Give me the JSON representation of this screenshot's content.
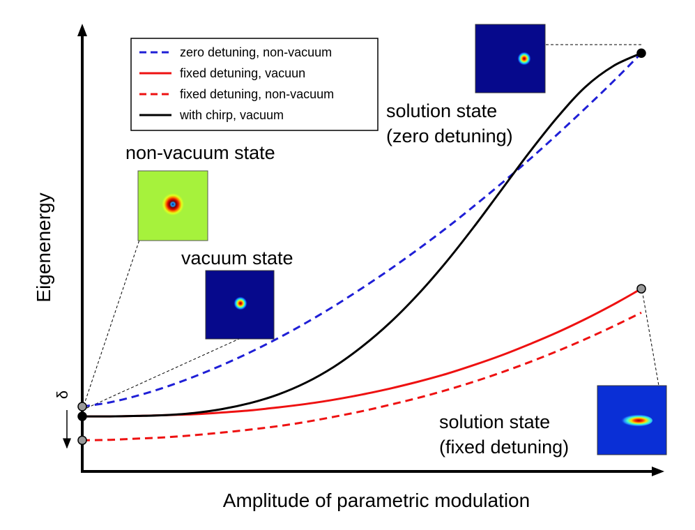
{
  "chart_data": {
    "type": "line",
    "xlabel": "Amplitude of parametric modulation",
    "ylabel": "Eigenenergy",
    "xlim": [
      0,
      1
    ],
    "ylim": [
      0,
      1
    ],
    "grid": false,
    "legend": "top-left",
    "series": [
      {
        "name": "zero detuning, non-vacuum",
        "color": "#1f1fd6",
        "dash": "dashed",
        "x": [
          0.0,
          0.05,
          0.1,
          0.15,
          0.2,
          0.25,
          0.3,
          0.35,
          0.4,
          0.45,
          0.5,
          0.55,
          0.6,
          0.65,
          0.7,
          0.75,
          0.8,
          0.85,
          0.9,
          0.95,
          1.0
        ],
        "y": [
          0.152,
          0.162,
          0.178,
          0.198,
          0.222,
          0.249,
          0.279,
          0.312,
          0.348,
          0.387,
          0.429,
          0.473,
          0.52,
          0.569,
          0.621,
          0.675,
          0.731,
          0.79,
          0.851,
          0.914,
          0.98
        ]
      },
      {
        "name": "fixed detuning, vacuun",
        "color": "#ee1111",
        "dash": "solid",
        "x": [
          0.0,
          0.05,
          0.1,
          0.15,
          0.2,
          0.25,
          0.3,
          0.35,
          0.4,
          0.45,
          0.5,
          0.55,
          0.6,
          0.65,
          0.7,
          0.75,
          0.8,
          0.85,
          0.9,
          0.95,
          1.0
        ],
        "y": [
          0.129,
          0.129,
          0.13,
          0.132,
          0.134,
          0.138,
          0.143,
          0.15,
          0.158,
          0.168,
          0.18,
          0.194,
          0.21,
          0.228,
          0.249,
          0.272,
          0.298,
          0.326,
          0.357,
          0.391,
          0.428
        ]
      },
      {
        "name": "fixed detuning, non-vacuum",
        "color": "#ee1111",
        "dash": "dashed",
        "x": [
          0.0,
          0.05,
          0.1,
          0.15,
          0.2,
          0.25,
          0.3,
          0.35,
          0.4,
          0.45,
          0.5,
          0.55,
          0.6,
          0.65,
          0.7,
          0.75,
          0.8,
          0.85,
          0.9,
          0.95,
          1.0
        ],
        "y": [
          0.073,
          0.074,
          0.077,
          0.08,
          0.085,
          0.091,
          0.098,
          0.106,
          0.116,
          0.128,
          0.141,
          0.156,
          0.172,
          0.19,
          0.21,
          0.232,
          0.256,
          0.282,
          0.31,
          0.34,
          0.372
        ]
      },
      {
        "name": "with chirp, vacuum",
        "color": "#000000",
        "dash": "solid",
        "x": [
          0.0,
          0.05,
          0.1,
          0.15,
          0.2,
          0.25,
          0.3,
          0.35,
          0.4,
          0.45,
          0.5,
          0.55,
          0.6,
          0.65,
          0.7,
          0.75,
          0.8,
          0.85,
          0.9,
          0.95,
          1.0
        ],
        "y": [
          0.129,
          0.129,
          0.13,
          0.132,
          0.137,
          0.146,
          0.16,
          0.18,
          0.208,
          0.245,
          0.292,
          0.348,
          0.414,
          0.489,
          0.572,
          0.66,
          0.748,
          0.83,
          0.901,
          0.95,
          0.98
        ]
      }
    ],
    "points": [
      {
        "label": "non-vacuum start",
        "x": 0.0,
        "y": 0.152,
        "fill": "#9a9a9a"
      },
      {
        "label": "vacuum start",
        "x": 0.0,
        "y": 0.129,
        "fill": "#000000"
      },
      {
        "label": "non-vacuum fixed start",
        "x": 0.0,
        "y": 0.073,
        "fill": "#9a9a9a"
      },
      {
        "label": "zero detuning end",
        "x": 1.0,
        "y": 0.98,
        "fill": "#000000"
      },
      {
        "label": "fixed detuning end",
        "x": 1.0,
        "y": 0.428,
        "fill": "#9a9a9a"
      }
    ],
    "annotations": {
      "delta": "δ",
      "non_vacuum_state": "non-vacuum state",
      "vacuum_state": "vacuum state",
      "solution_zero_line1": "solution state",
      "solution_zero_line2": "(zero detuning)",
      "solution_fixed_line1": "solution state",
      "solution_fixed_line2": "(fixed detuning)"
    },
    "insets": [
      {
        "name": "non-vacuum-state-inset",
        "background": "#a6f23c",
        "pattern": "ring"
      },
      {
        "name": "vacuum-state-inset",
        "background": "#06098c",
        "pattern": "spot"
      },
      {
        "name": "solution-zero-detuning-inset",
        "background": "#06098c",
        "pattern": "spot"
      },
      {
        "name": "solution-fixed-detuning-inset",
        "background": "#0a2fd6",
        "pattern": "elongated"
      }
    ]
  }
}
